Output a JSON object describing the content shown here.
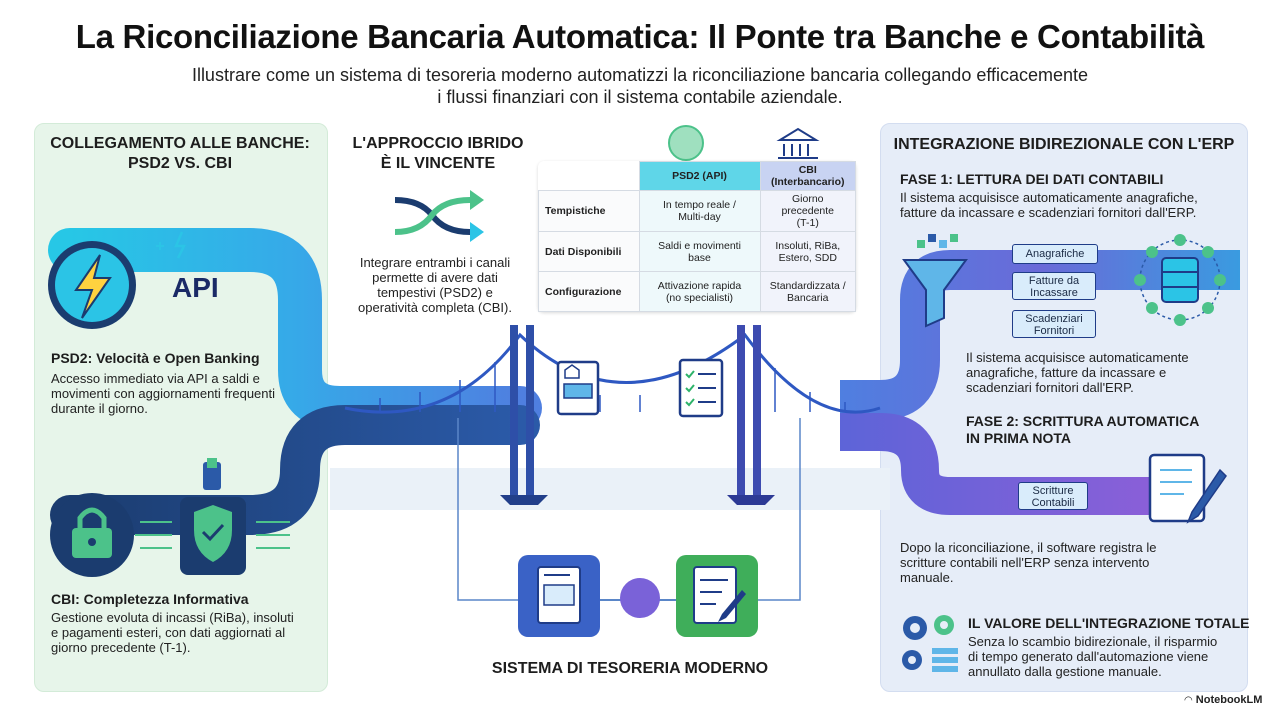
{
  "title": "La Riconciliazione Bancaria Automatica: Il Ponte tra Banche e Contabilità",
  "subtitle_line1": "Illustrare come un sistema di tesoreria moderno automatizzi la riconciliazione bancaria collegando efficacemente",
  "subtitle_line2": "i flussi finanziari con il sistema contabile aziendale.",
  "left_panel": {
    "heading_line1": "COLLEGAMENTO ALLE BANCHE:",
    "heading_line2": "PSD2 VS. CBI",
    "api_label": "API",
    "psd2_title": "PSD2: Velocità e Open Banking",
    "psd2_line1": "Accesso immediato via API a saldi e",
    "psd2_line2": "movimenti con aggiornamenti frequenti",
    "psd2_line3": "durante il giorno.",
    "cbi_title": "CBI: Completezza Informativa",
    "cbi_line1": "Gestione evoluta di incassi (RiBa), insoluti",
    "cbi_line2": "e pagamenti esteri, con dati aggiornati al",
    "cbi_line3": "giorno precedente (T-1)."
  },
  "hybrid": {
    "heading_line1": "L'APPROCCIO IBRIDO",
    "heading_line2": "È IL VINCENTE",
    "line1": "Integrare entrambi i canali",
    "line2": "permette di avere dati",
    "line3": "tempestivi (PSD2) e",
    "line4": "operatività completa (CBI)."
  },
  "comparison": {
    "col1": "PSD2 (API)",
    "col2": "CBI (Interbancario)",
    "rows": [
      {
        "label": "Tempistiche",
        "psd2_l1": "In tempo reale /",
        "psd2_l2": "Multi-day",
        "cbi_l1": "Giorno precedente",
        "cbi_l2": "(T-1)"
      },
      {
        "label": "Dati Disponibili",
        "psd2_l1": "Saldi e movimenti",
        "psd2_l2": "base",
        "cbi_l1": "Insoluti, RiBa,",
        "cbi_l2": "Estero, SDD"
      },
      {
        "label": "Configurazione",
        "psd2_l1": "Attivazione rapida",
        "psd2_l2": "(no specialisti)",
        "cbi_l1": "Standardizzata /",
        "cbi_l2": "Bancaria"
      }
    ]
  },
  "center": {
    "system_label": "SISTEMA DI TESORERIA MODERNO"
  },
  "right_panel": {
    "heading": "INTEGRAZIONE BIDIREZIONALE CON L'ERP",
    "phase1_title": "FASE 1: LETTURA DEI DATI CONTABILI",
    "phase1_line1": "Il sistema acquisisce automaticamente anagrafiche,",
    "phase1_line2": "fatture da incassare e scadenziari fornitori dall'ERP.",
    "box1": "Anagrafiche",
    "box2_l1": "Fatture da",
    "box2_l2": "Incassare",
    "box3_l1": "Scadenziari",
    "box3_l2": "Fornitori",
    "phase1_repeat_line1": "Il sistema acquisisce automaticamente",
    "phase1_repeat_line2": "anagrafiche, fatture da incassare e",
    "phase1_repeat_line3": "scadenziari fornitori dall'ERP.",
    "phase2_title_line1": "FASE 2: SCRITTURA AUTOMATICA",
    "phase2_title_line2": "IN PRIMA NOTA",
    "box4_l1": "Scritture",
    "box4_l2": "Contabili",
    "phase2_line1": "Dopo la riconciliazione, il software registra le",
    "phase2_line2": "scritture contabili nell'ERP senza intervento",
    "phase2_line3": "manuale.",
    "value_title": "IL VALORE DELL'INTEGRAZIONE TOTALE",
    "value_line1": "Senza lo scambio bidirezionale, il risparmio",
    "value_line2": "di tempo generato dall'automazione viene",
    "value_line3": "annullato dalla gestione manuale."
  },
  "brand": "NotebookLM",
  "colors": {
    "left_panel_bg": "#e7f5ea",
    "right_panel_bg": "#e6edf8",
    "cyan_flow": "#2bc4e6",
    "navy_flow": "#1f3f80",
    "purple_flow": "#7a62d8",
    "bridge_blue": "#3a62c6",
    "accent_green": "#4cc28a"
  },
  "icons": [
    "lightning-icon",
    "padlock-icon",
    "shield-check-icon",
    "shuffle-arrows-icon",
    "bank-icon",
    "funnel-icon",
    "database-icon",
    "document-pen-icon",
    "gears-icon",
    "document-icon",
    "checklist-icon"
  ]
}
